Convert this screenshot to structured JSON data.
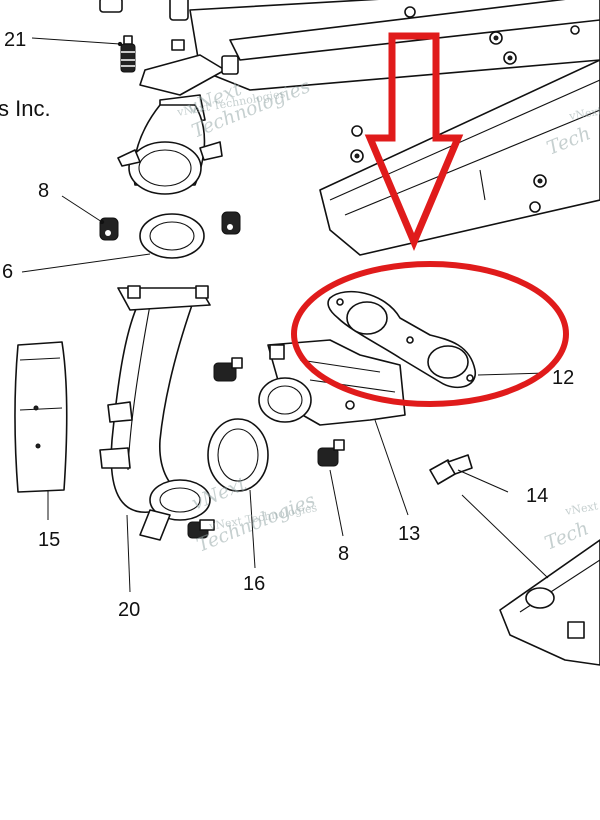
{
  "brand_text": "s Inc.",
  "callouts": {
    "c21": "21",
    "c8a": "8",
    "c6a": "6",
    "c15": "15",
    "c20": "20",
    "c16": "16",
    "c8b": "8",
    "c13": "13",
    "c14": "14",
    "c12": "12"
  },
  "watermark": {
    "line1": "vNext Technologies",
    "line2": "Technologies",
    "line3": "vNext",
    "line4": "Tech"
  },
  "highlight": {
    "color": "#e01b1b",
    "arrow_icon": "arrow-down-icon",
    "ellipse_icon": "highlight-ellipse"
  }
}
